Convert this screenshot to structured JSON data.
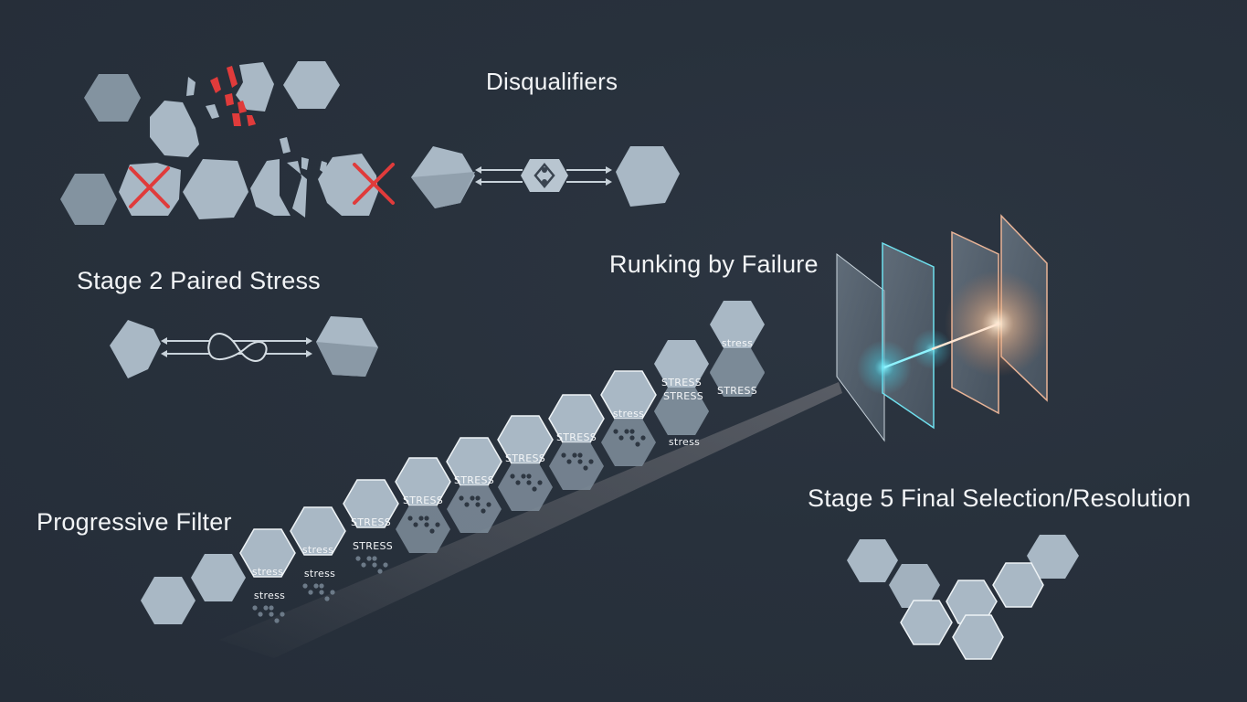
{
  "diagram": {
    "colors": {
      "background": "#28313c",
      "hex_fill": "#a9b8c5",
      "hex_dim": "#7d8d9a",
      "hex_outline": "#e8eef2",
      "disqualify_red": "#e03b3b",
      "beam_cyan": "#5fe0f0",
      "beam_orange": "#f2b48a"
    },
    "sections": {
      "disqualifiers": {
        "title": "Disqualifiers",
        "icons": [
          "shattered-hexagon-icon",
          "crossed-out-hexagon-icon",
          "cracked-hexagon-icon",
          "crossed-out-hexagon-icon",
          "paired-hexagons-link-icon"
        ]
      },
      "stage2": {
        "title": "Stage 2 Paired Stress",
        "icons": [
          "hexagon-icon",
          "twisted-link-icon",
          "hexagon-icon"
        ]
      },
      "ranking": {
        "title": "Runking by Failure",
        "icons": [
          "glass-pane-icon",
          "light-beam-icon"
        ]
      },
      "progressive": {
        "title": "Progressive Filter",
        "stress_labels": [
          "stress",
          "stress",
          "stress",
          "stress",
          "STRESS",
          "STRESS",
          "STRESS",
          "STRESS",
          "STRESS",
          "STRESS",
          "STRESS",
          "stress",
          "STRESS",
          "stress",
          "STRESS"
        ]
      },
      "stage5": {
        "title": "Stage 5 Final Selection/Resolution",
        "icons": [
          "hexagon-cluster-icon"
        ]
      }
    }
  }
}
